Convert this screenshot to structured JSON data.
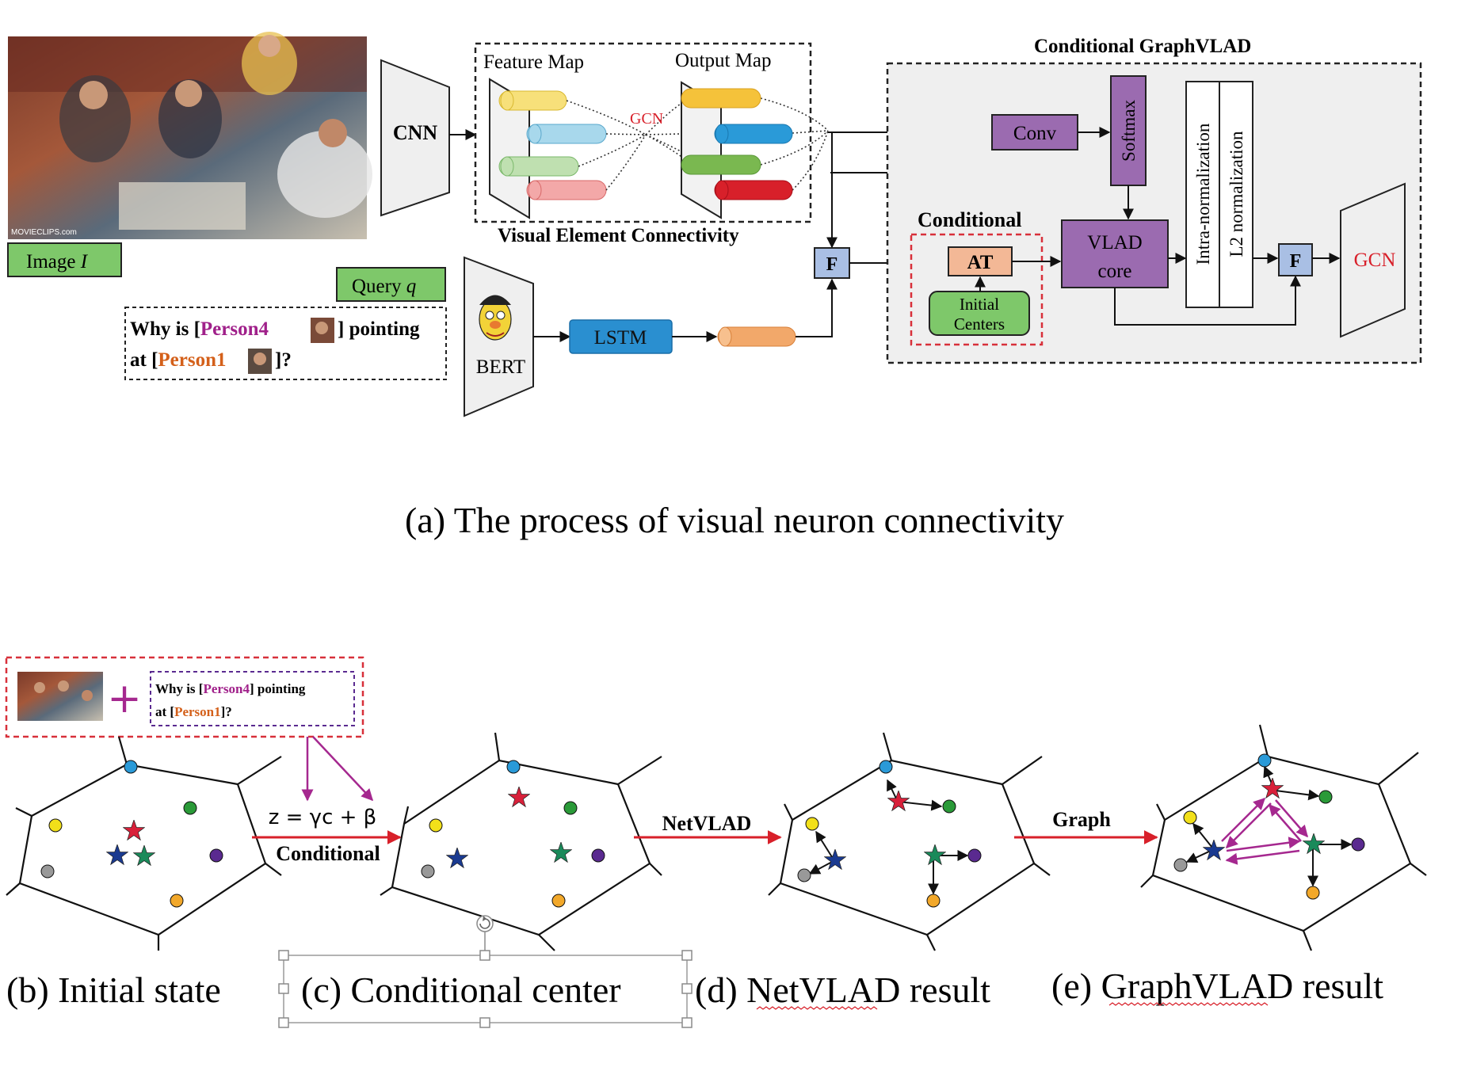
{
  "part_a": {
    "image_label_text": "Image ",
    "image_label_var": "I",
    "image_watermark": "MOVIECLIPS.com",
    "query_label_text": "Query ",
    "query_label_var": "q",
    "query_line1_prefix": "Why is [",
    "query_line1_person": "Person4",
    "query_line1_suffix": "] pointing",
    "query_line2_prefix": "at [",
    "query_line2_person": "Person1",
    "query_line2_suffix": "]?",
    "cnn": "CNN",
    "bert": "BERT",
    "lstm": "LSTM",
    "feature_map": "Feature Map",
    "output_map": "Output Map",
    "gcn_small": "GCN",
    "visual_element_connectivity": "Visual Element Connectivity",
    "fuse": "F",
    "conditional_graphvlad": "Conditional GraphVLAD",
    "conditional": "Conditional",
    "at": "AT",
    "initial_centers_1": "Initial",
    "initial_centers_2": "Centers",
    "conv": "Conv",
    "softmax": "Softmax",
    "vlad_core_1": "VLAD",
    "vlad_core_2": "core",
    "intra_norm": "Intra-normalization",
    "l2_norm": "L2 normalization",
    "gcn_out": "GCN",
    "caption": "(a) The process of visual neuron connectivity"
  },
  "part_b": {
    "query_line1_prefix": "Why is [",
    "query_line1_person": "Person4",
    "query_line1_suffix": "] pointing",
    "query_line2_prefix": "at [",
    "query_line2_person": "Person1",
    "query_line2_suffix": "]?",
    "plus": "+",
    "formula": "z = γc + β",
    "conditional_label": "Conditional",
    "netvlad_label": "NetVLAD",
    "graph_label": "Graph",
    "caption_b": "(b) Initial state",
    "caption_c": "(c) Conditional center",
    "caption_d_prefix": "(d) ",
    "caption_d_word": "NetVLAD",
    "caption_d_suffix": " result",
    "caption_e_prefix": "(e) ",
    "caption_e_word": "GraphVLAD",
    "caption_e_suffix": " result"
  },
  "colors": {
    "person4": "#a0208a",
    "person1": "#d4601a",
    "green_label": "#7ec86a",
    "purple_box": "#9b6bb0",
    "lstm_blue": "#2a8fd0",
    "fuse_blue": "#a9bfe4",
    "at_orange": "#f3b896",
    "red_dashed": "#d8303a",
    "gcn_red": "#d8202a",
    "arrow_red": "#d8202a",
    "arrow_magenta": "#a5288f"
  }
}
